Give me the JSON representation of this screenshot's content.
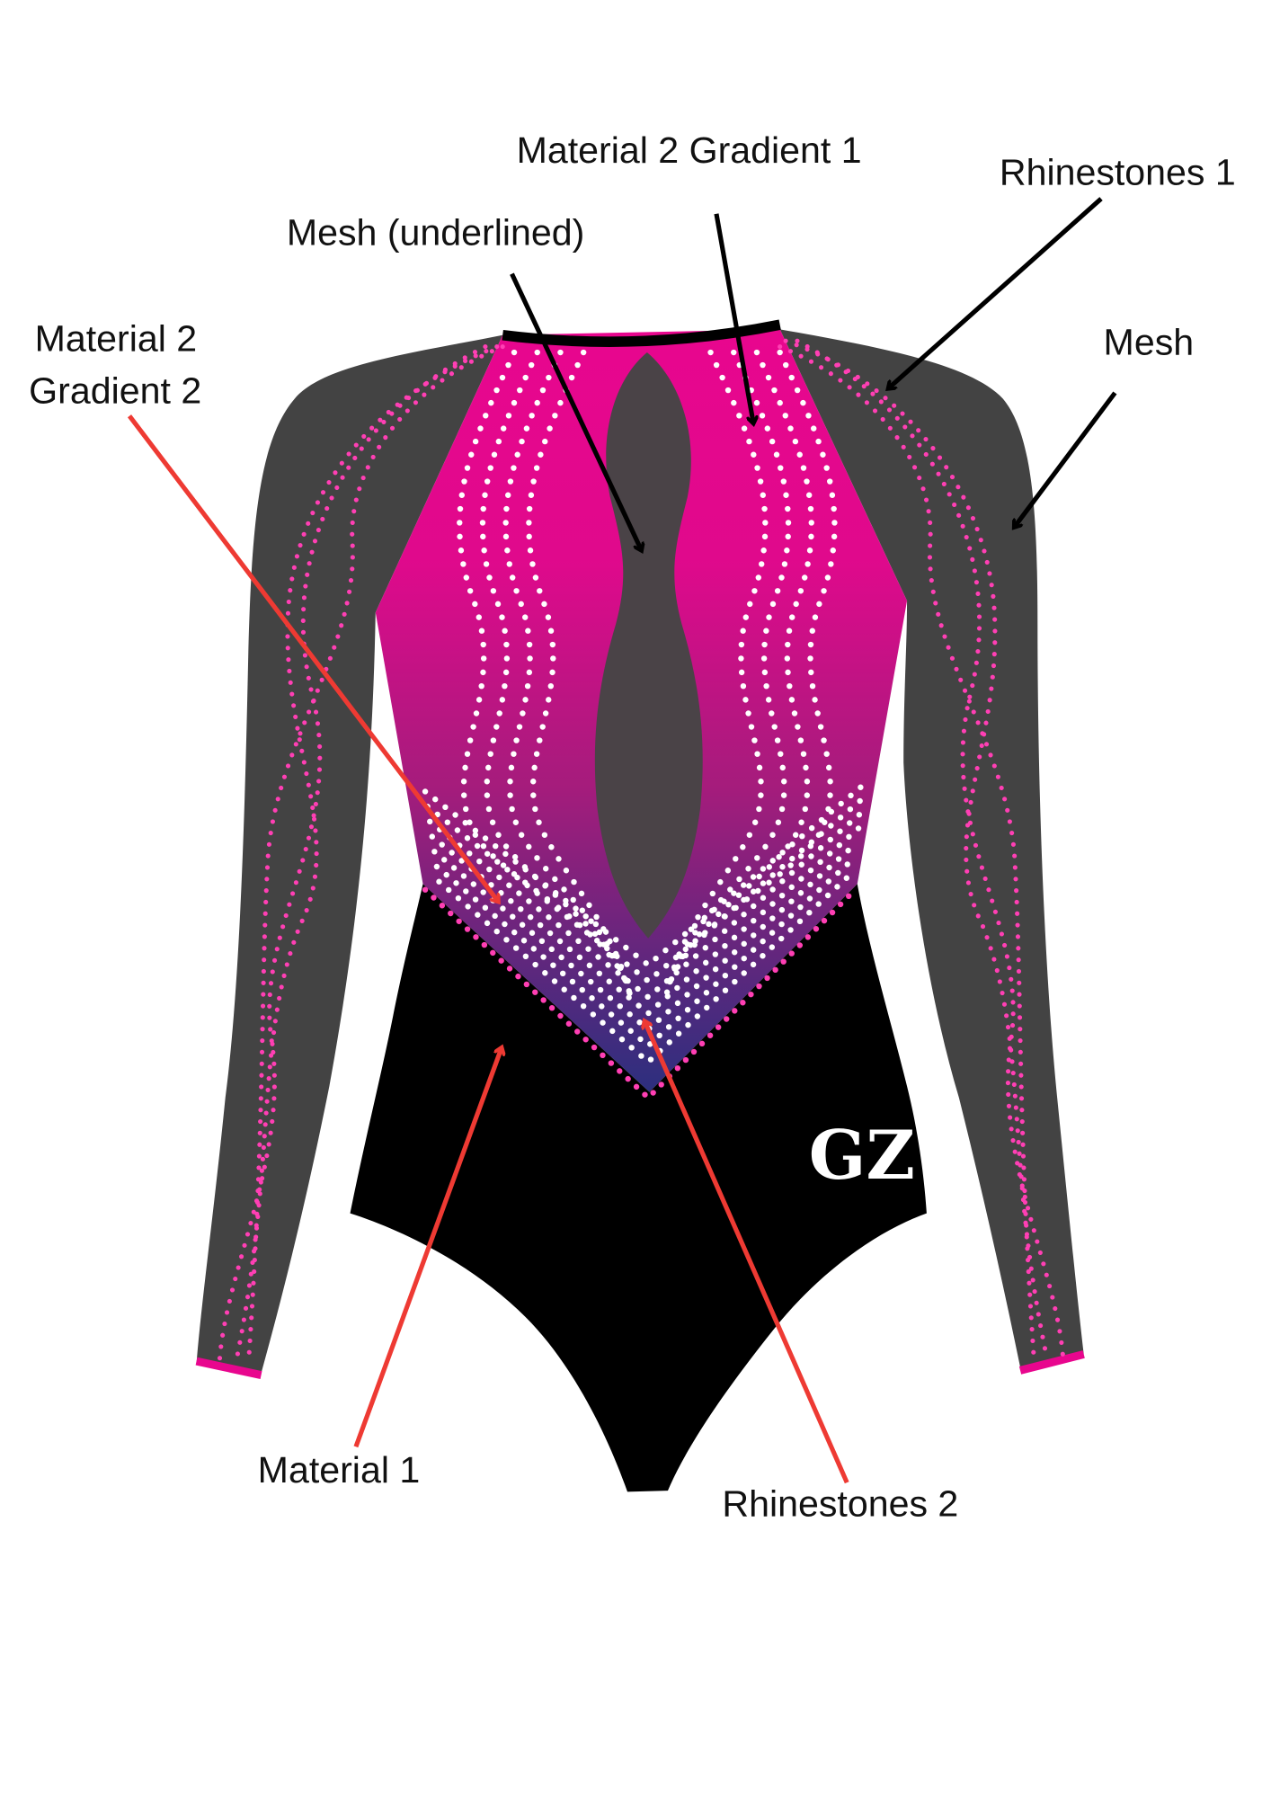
{
  "labels": {
    "material2_gradient1": "Material 2 Gradient 1",
    "rhinestones1": "Rhinestones 1",
    "mesh_underlined": "Mesh (underlined)",
    "material2_gradient2_line1": "Material 2",
    "material2_gradient2_line2": "Gradient 2",
    "mesh": "Mesh",
    "material1": "Material 1",
    "rhinestones2": "Rhinestones 2"
  },
  "logo": "GZ",
  "colors": {
    "mesh": "#434343",
    "keyhole": "#4a4347",
    "material1": "#000000",
    "gradient_top": "#e8068e",
    "gradient_mid": "#a51c7c",
    "gradient_bottom": "#2c2f7e",
    "rhinestone_white": "#ffffff",
    "rhinestone_pink": "#ff3fb4",
    "arrow_black": "#000000",
    "arrow_red": "#ee3a33"
  }
}
